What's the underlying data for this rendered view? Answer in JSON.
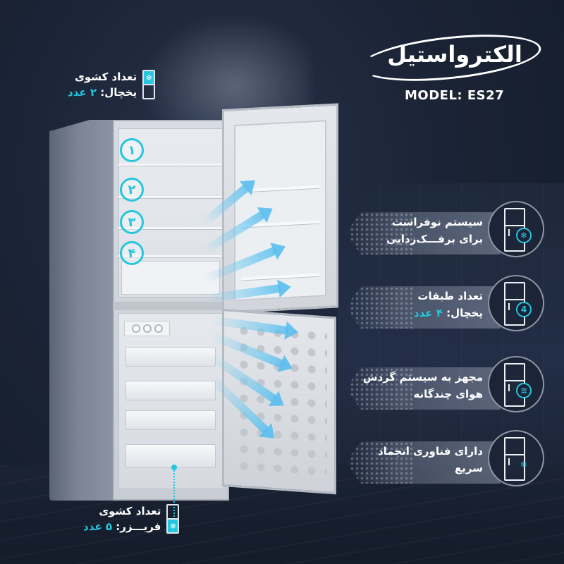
{
  "brand": {
    "logo_text": "الکترواستیل",
    "model": "MODEL: ES27"
  },
  "colors": {
    "accent": "#25c6de",
    "background": "#1b2436",
    "text": "#ffffff"
  },
  "fridge_shelves": {
    "labels": [
      "۱",
      "۲",
      "۳",
      "۴"
    ]
  },
  "annotations": {
    "fridge_drawers": {
      "line1": "تعداد کشوی",
      "line2_prefix": "یخچال: ",
      "line2_value": "۲ عدد",
      "icon": "snowflake-icon",
      "icon_glyph": "❄"
    },
    "freezer_drawers": {
      "line1": "تعداد کشوی",
      "line2_prefix": "فریـــزر: ",
      "line2_value": "۵ عدد",
      "icon": "snowflake-icon",
      "icon_glyph": "❄"
    }
  },
  "features": [
    {
      "line1": "سیستم نوفراست",
      "line2": "برای برفـــک‌زدایی",
      "icon": "no-frost-icon",
      "glyph": "❄"
    },
    {
      "line1": "تعداد طبقات",
      "line2_prefix": "یخچال: ",
      "line2_value": "۴ عدد",
      "icon": "shelf-count-icon",
      "glyph": "4"
    },
    {
      "line1": "مجهز به سیستم گردش",
      "line2": "هوای چندگانه",
      "icon": "multi-airflow-icon",
      "glyph": "≋"
    },
    {
      "line1": "دارای فناوری انجماد",
      "line2": "سریع",
      "icon": "fast-freeze-icon",
      "glyph": "❄"
    }
  ]
}
